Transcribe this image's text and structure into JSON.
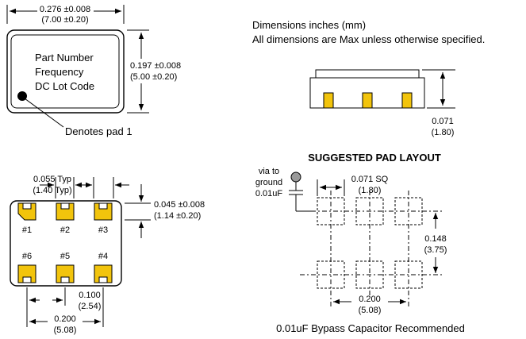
{
  "top_view": {
    "width_dim": "0.276 ±0.008",
    "width_dim_mm": "(7.00 ±0.20)",
    "height_dim": "0.197 ±0.008",
    "height_dim_mm": "(5.00 ±0.20)",
    "marking_lines": [
      "Part Number",
      "Frequency",
      "DC  Lot Code"
    ],
    "pad1_note": "Denotes pad 1"
  },
  "notes": {
    "line1": "Dimensions  inches (mm)",
    "line2": "All dimensions are Max unless otherwise specified."
  },
  "side_view": {
    "thickness_dim": "0.071",
    "thickness_dim_mm": "(1.80)"
  },
  "bottom_view": {
    "pad_width_dim": "0.055 Typ",
    "pad_width_dim_mm": "(1.40 Typ)",
    "pad_height_dim": "0.045 ±0.008",
    "pad_height_dim_mm": "(1.14 ±0.20)",
    "pad_labels": [
      "#1",
      "#2",
      "#3",
      "#6",
      "#5",
      "#4"
    ],
    "pitch_dim": "0.100",
    "pitch_dim_mm": "(2.54)",
    "span_dim": "0.200",
    "span_dim_mm": "(5.08)"
  },
  "pad_layout": {
    "title": "SUGGESTED PAD LAYOUT",
    "via_note": [
      "via to",
      "ground",
      "0.01uF"
    ],
    "pad_size_dim": "0.071 SQ",
    "pad_size_dim_mm": "(1.80)",
    "row_pitch_dim": "0.148",
    "row_pitch_dim_mm": "(3.75)",
    "span_dim": "0.200",
    "span_dim_mm": "(5.08)",
    "footer": "0.01uF Bypass Capacitor Recommended"
  },
  "colors": {
    "pad_fill": "#f2c40c",
    "via_fill": "#999999",
    "line": "#000000",
    "background": "#ffffff"
  }
}
